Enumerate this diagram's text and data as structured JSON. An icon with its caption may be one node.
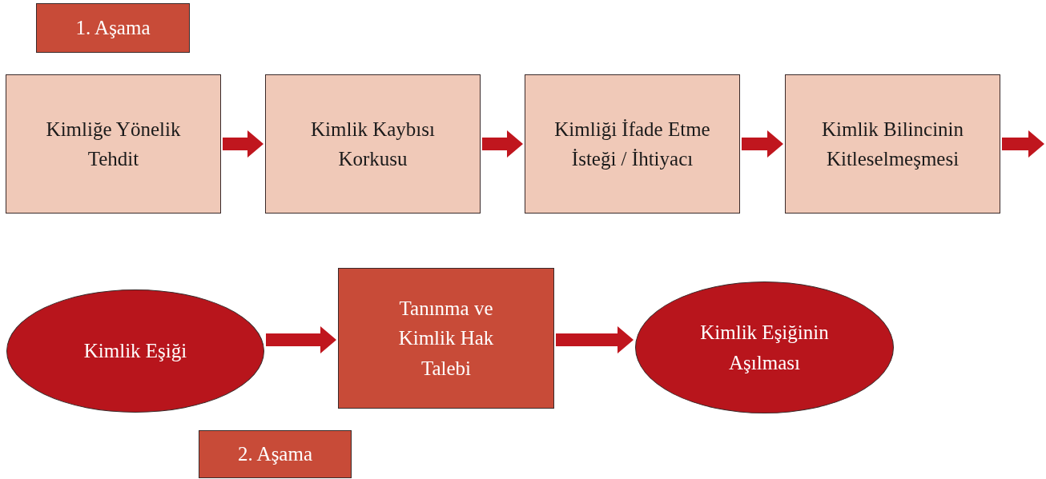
{
  "diagram": {
    "nodes": [
      {
        "text": [
          "1. Aşama"
        ]
      },
      {
        "text": [
          "Kimliğe Yönelik Tehdit"
        ]
      },
      {
        "text": [
          "Kimlik Kaybısı Korkusu"
        ]
      },
      {
        "text": [
          "Kimliği İfade Etme İsteği / İhtiyacı"
        ]
      },
      {
        "text": [
          "Kimlik Bilincinin Kitleselmeşmesi"
        ]
      },
      {
        "text": [
          "Kimlik Eşiği"
        ]
      },
      {
        "text": [
          "Tanınma ve Kimlik Hak Talebi"
        ]
      },
      {
        "text": [
          "Kimlik Eşiğinin Aşılması"
        ]
      },
      {
        "text": [
          "2. Aşama"
        ]
      }
    ],
    "edges": [
      {
        "from": 1,
        "to": 2,
        "arrow": "to"
      },
      {
        "from": 2,
        "to": 3,
        "arrow": "to"
      },
      {
        "from": 3,
        "to": 4,
        "arrow": "to"
      },
      {
        "from": 4,
        "to": null,
        "arrow": "to"
      },
      {
        "from": 5,
        "to": 6,
        "arrow": "to"
      },
      {
        "from": 6,
        "to": 7,
        "arrow": "to"
      }
    ]
  }
}
